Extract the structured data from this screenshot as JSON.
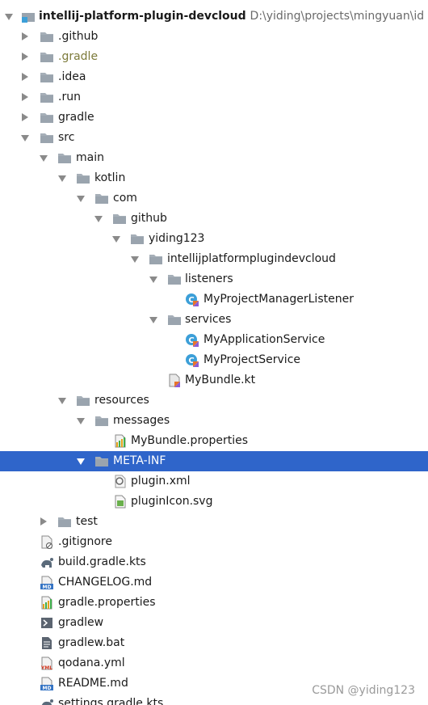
{
  "project": {
    "name": "intellij-platform-plugin-devcloud",
    "path": "D:\\yiding\\projects\\mingyuan\\id"
  },
  "tree": {
    "github": ".github",
    "gradle_dir": ".gradle",
    "idea": ".idea",
    "run": ".run",
    "gradle": "gradle",
    "src": "src",
    "main": "main",
    "kotlin": "kotlin",
    "com": "com",
    "github_pkg": "github",
    "yiding": "yiding123",
    "pkg": "intellijplatformplugindevcloud",
    "listeners": "listeners",
    "listener_class": "MyProjectManagerListener",
    "services": "services",
    "app_service": "MyApplicationService",
    "project_service": "MyProjectService",
    "bundle_kt": "MyBundle.kt",
    "resources": "resources",
    "messages": "messages",
    "bundle_props": "MyBundle.properties",
    "meta_inf": "META-INF",
    "plugin_xml": "plugin.xml",
    "plugin_icon": "pluginIcon.svg",
    "test": "test",
    "gitignore": ".gitignore",
    "build_gradle": "build.gradle.kts",
    "changelog": "CHANGELOG.md",
    "gradle_props": "gradle.properties",
    "gradlew": "gradlew",
    "gradlew_bat": "gradlew.bat",
    "qodana": "qodana.yml",
    "readme": "README.md",
    "settings_gradle": "settings.gradle.kts"
  },
  "watermark": "CSDN @yiding123",
  "colors": {
    "selection": "#2f65ca",
    "folder": "#9aa4ae",
    "kotlin_class": "#3c9fd8"
  }
}
